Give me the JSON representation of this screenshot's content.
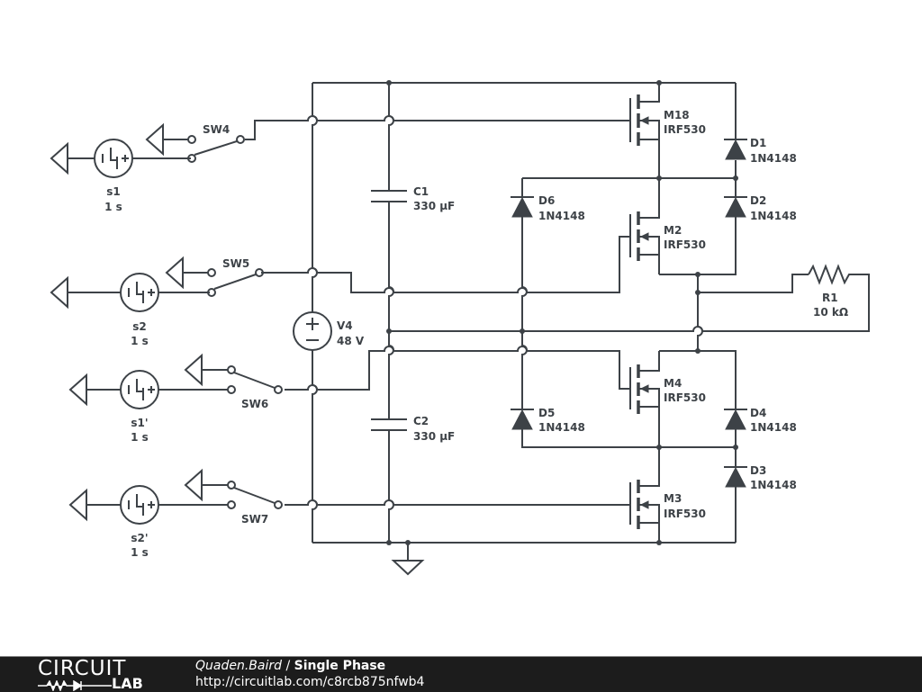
{
  "footer": {
    "logo_top": "CIRCUIT",
    "logo_bottom": "LAB",
    "author": "Quaden.Baird",
    "separator": " / ",
    "title": "Single Phase",
    "url": "http://circuitlab.com/c8rcb875nfwb4"
  },
  "components": {
    "s1": {
      "name": "s1",
      "value": "1 s"
    },
    "s2": {
      "name": "s2",
      "value": "1 s"
    },
    "s1p": {
      "name": "s1'",
      "value": "1 s"
    },
    "s2p": {
      "name": "s2'",
      "value": "1 s"
    },
    "sw4": {
      "name": "SW4"
    },
    "sw5": {
      "name": "SW5"
    },
    "sw6": {
      "name": "SW6"
    },
    "sw7": {
      "name": "SW7"
    },
    "v4": {
      "name": "V4",
      "value": "48 V"
    },
    "c1": {
      "name": "C1",
      "value": "330 µF"
    },
    "c2": {
      "name": "C2",
      "value": "330 µF"
    },
    "m18": {
      "name": "M18",
      "value": "IRF530"
    },
    "m2": {
      "name": "M2",
      "value": "IRF530"
    },
    "m4": {
      "name": "M4",
      "value": "IRF530"
    },
    "m3": {
      "name": "M3",
      "value": "IRF530"
    },
    "d1": {
      "name": "D1",
      "value": "1N4148"
    },
    "d2": {
      "name": "D2",
      "value": "1N4148"
    },
    "d3": {
      "name": "D3",
      "value": "1N4148"
    },
    "d4": {
      "name": "D4",
      "value": "1N4148"
    },
    "d5": {
      "name": "D5",
      "value": "1N4148"
    },
    "d6": {
      "name": "D6",
      "value": "1N4148"
    },
    "r1": {
      "name": "R1",
      "value": "10 kΩ"
    }
  }
}
